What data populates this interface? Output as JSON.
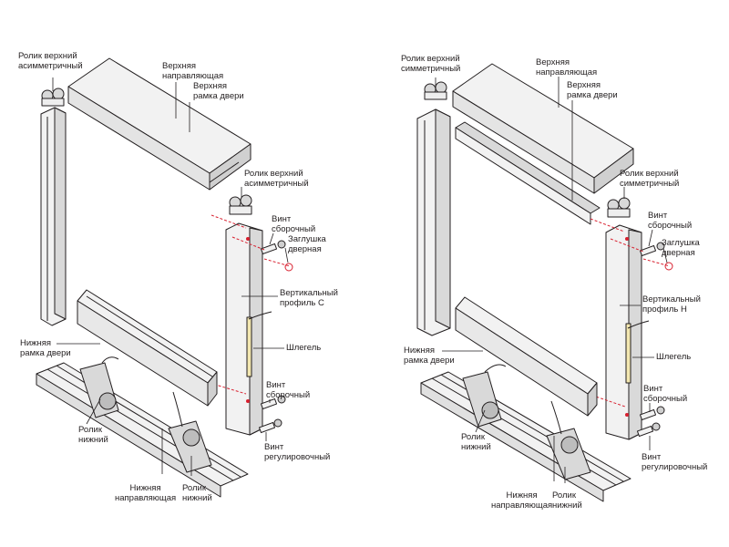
{
  "left": {
    "roller_top_asym_1": "Ролик верхний\nасимметричный",
    "top_guide": "Верхняя\nнаправляющая",
    "top_door_frame": "Верхняя\nрамка двери",
    "roller_top_asym_2": "Ролик верхний\nасимметричный",
    "screw_assembly_top": "Винт\nсборочный",
    "door_plug": "Заглушка\nдверная",
    "vertical_profile": "Вертикальный\nпрофиль С",
    "schlegel": "Шлегель",
    "lower_door_frame": "Нижняя\nрамка двери",
    "screw_assembly_bottom": "Винт\nсборочный",
    "roller_bottom_1": "Ролик\nнижний",
    "screw_adjusting": "Винт\nрегулировочный",
    "lower_guide": "Нижняя\nнаправляющая",
    "roller_bottom_2": "Ролик\nнижний"
  },
  "right": {
    "roller_top_sym_1": "Ролик верхний\nсимметричный",
    "top_guide": "Верхняя\nнаправляющая",
    "top_door_frame": "Верхняя\nрамка двери",
    "roller_top_sym_2": "Ролик верхний\nсимметричный",
    "screw_assembly_top": "Винт\nсборочный",
    "door_plug": "Заглушка\nдверная",
    "vertical_profile": "Вертикальный\nпрофиль Н",
    "schlegel": "Шлегель",
    "lower_door_frame": "Нижняя\nрамка двери",
    "screw_assembly_bottom": "Винт\nсборочный",
    "roller_bottom_1": "Ролик\nнижний",
    "screw_adjusting": "Винт\nрегулировочный",
    "lower_guide": "Нижняя\nнаправляющая",
    "roller_bottom_2": "Ролик\nнижний"
  },
  "colors": {
    "outline": "#231f20",
    "metal_fill": "#f2f2f2",
    "shade": "#d9d9d9",
    "accent_red": "#d8202f",
    "brush_yellow": "#f3e7b0"
  }
}
